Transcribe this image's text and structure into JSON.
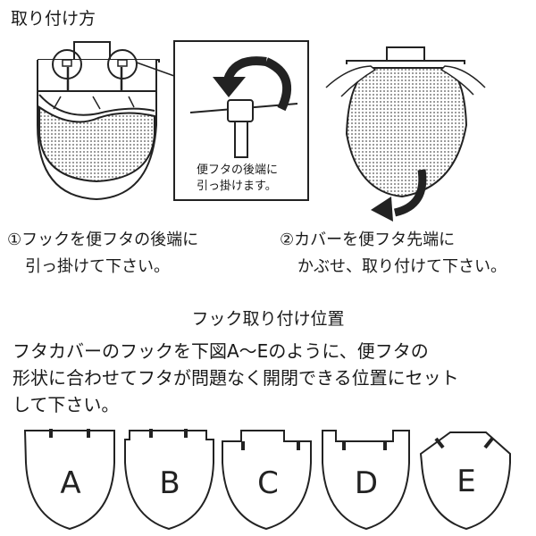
{
  "header": {
    "title": "取り付け方"
  },
  "illustration_1": {
    "callout": {
      "line1": "便フタの後端に",
      "line2": "引っ掛けます。"
    }
  },
  "steps": [
    {
      "number": "①",
      "line1": "①フックを便フタの後端に",
      "line2": "引っ掛けて下さい。"
    },
    {
      "number": "②",
      "line1": "②カバーを便フタ先端に",
      "line2": "かぶせ、取り付けて下さい。"
    }
  ],
  "hook_position": {
    "title": "フック取り付け位置",
    "paragraph": [
      "フタカバーのフックを下図A～Eのように、便フタの",
      "形状に合わせてフタが問題なく開閉できる位置にセット",
      "して下さい。"
    ],
    "shapes": [
      {
        "label": "A"
      },
      {
        "label": "B"
      },
      {
        "label": "C"
      },
      {
        "label": "D"
      },
      {
        "label": "E"
      }
    ]
  },
  "colors": {
    "ink": "#1a1a1a",
    "stipple": "#7a7a7a",
    "background": "#ffffff"
  }
}
